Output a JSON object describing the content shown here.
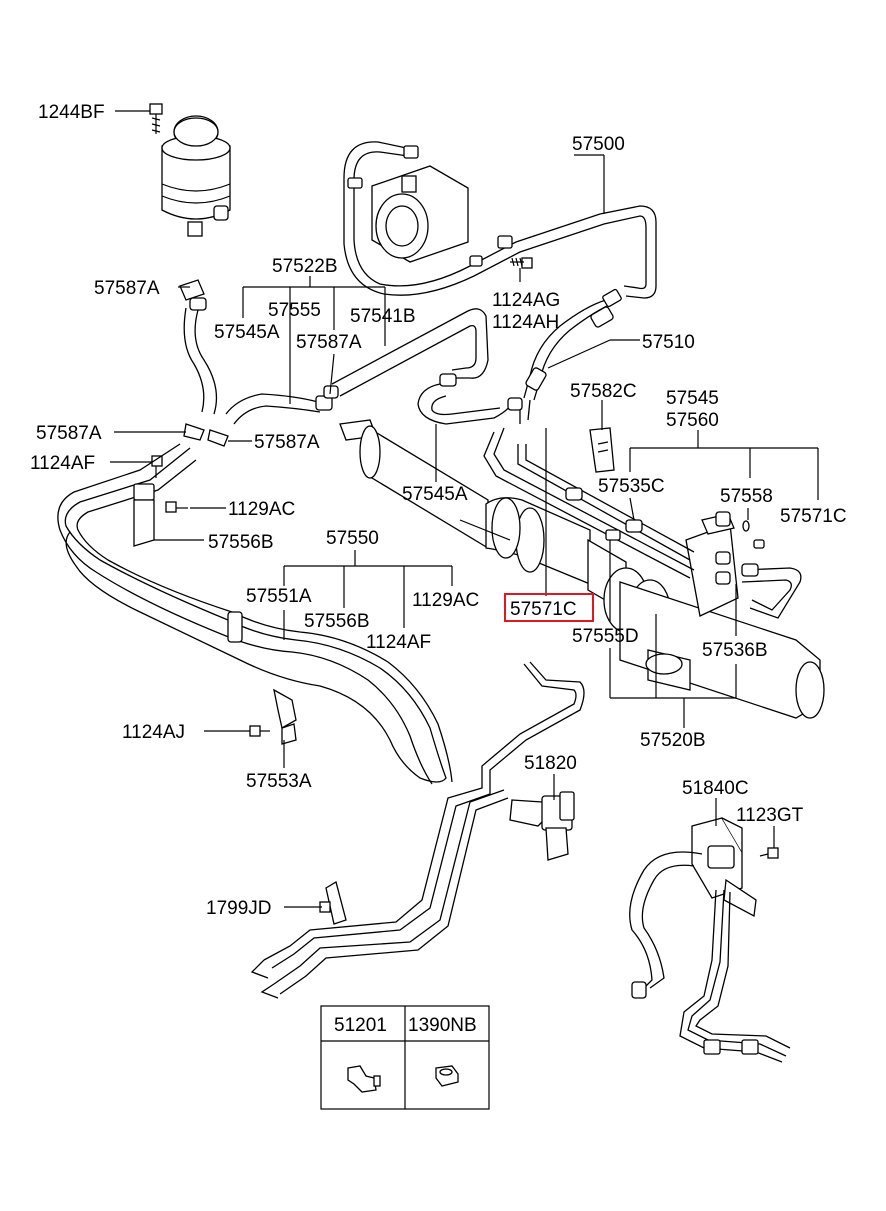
{
  "labels": {
    "p1244BF": "1244BF",
    "p57500": "57500",
    "p57522B": "57522B",
    "p57587A_1": "57587A",
    "p57555_1": "57555",
    "p57541B": "57541B",
    "p57545A_1": "57545A",
    "p57587A_2": "57587A",
    "p1124AG": "1124AG",
    "p1124AH": "1124AH",
    "p57510": "57510",
    "p57582C": "57582C",
    "p57545": "57545",
    "p57560": "57560",
    "p57587A_3": "57587A",
    "p57587A_4": "57587A",
    "p1124AF_1": "1124AF",
    "p57545A_2": "57545A",
    "p57535C": "57535C",
    "p57558": "57558",
    "p57571C_1": "57571C",
    "p1129AC_1": "1129AC",
    "p57556B_1": "57556B",
    "p57550": "57550",
    "p57551A": "57551A",
    "p57556B_2": "57556B",
    "p1129AC_2": "1129AC",
    "p1124AF_2": "1124AF",
    "p57571C_2": "57571C",
    "p57555D": "57555D",
    "p57536B": "57536B",
    "p57520B": "57520B",
    "p1124AJ": "1124AJ",
    "p57553A": "57553A",
    "p51820": "51820",
    "p51840C": "51840C",
    "p1123GT": "1123GT",
    "p1799JD": "1799JD"
  },
  "table": {
    "col1": "51201",
    "col2": "1390NB"
  },
  "highlight_color": "#e0191f"
}
